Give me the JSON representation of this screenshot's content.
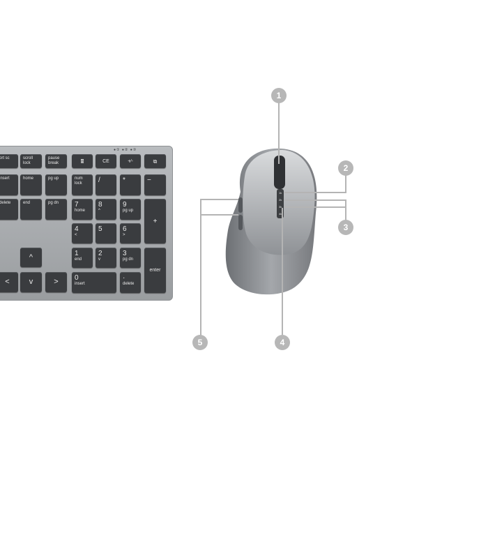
{
  "keyboard": {
    "status_leds": "●① ●② ●③",
    "keys": {
      "prtsc": "prt sc",
      "scroll": "scroll\nlock",
      "pause": "pause\nbreak",
      "calc": "🖩",
      "ce": "CE",
      "plusminus": "+⁄-",
      "mute": "⧉",
      "insert": "insert",
      "home": "home",
      "pgup": "pg up",
      "numlock": "num\nlock",
      "divide": "/",
      "multiply": "*",
      "minus": "−",
      "delete": "delete",
      "end": "end",
      "pgdn": "pg dn",
      "n7": "7",
      "n7sub": "home",
      "n8": "8",
      "n8sub": "^",
      "n9": "9",
      "n9sub": "pg up",
      "plus": "+",
      "n4": "4",
      "n4sub": "<",
      "n5": "5",
      "n6": "6",
      "n6sub": ">",
      "n1": "1",
      "n1sub": "end",
      "n2": "2",
      "n2sub": "v",
      "n3": "3",
      "n3sub": "pg dn",
      "enter": "enter",
      "n0": "0",
      "n0sub": "insert",
      "dot": "·",
      "dotsub": "delete",
      "up": "^",
      "left": "<",
      "down": "v",
      "right": ">"
    }
  },
  "mouse": {
    "dpi_labels": [
      "1k",
      "2k",
      "3k",
      "4k"
    ]
  },
  "callouts": [
    "1",
    "2",
    "3",
    "4",
    "5"
  ],
  "colors": {
    "badge": "#b7b7b7",
    "callout_line": "#b4b4b4",
    "key": "#3a3c3f",
    "keyboard_body": "#a9acaf",
    "mouse_body": "#8e9195"
  }
}
